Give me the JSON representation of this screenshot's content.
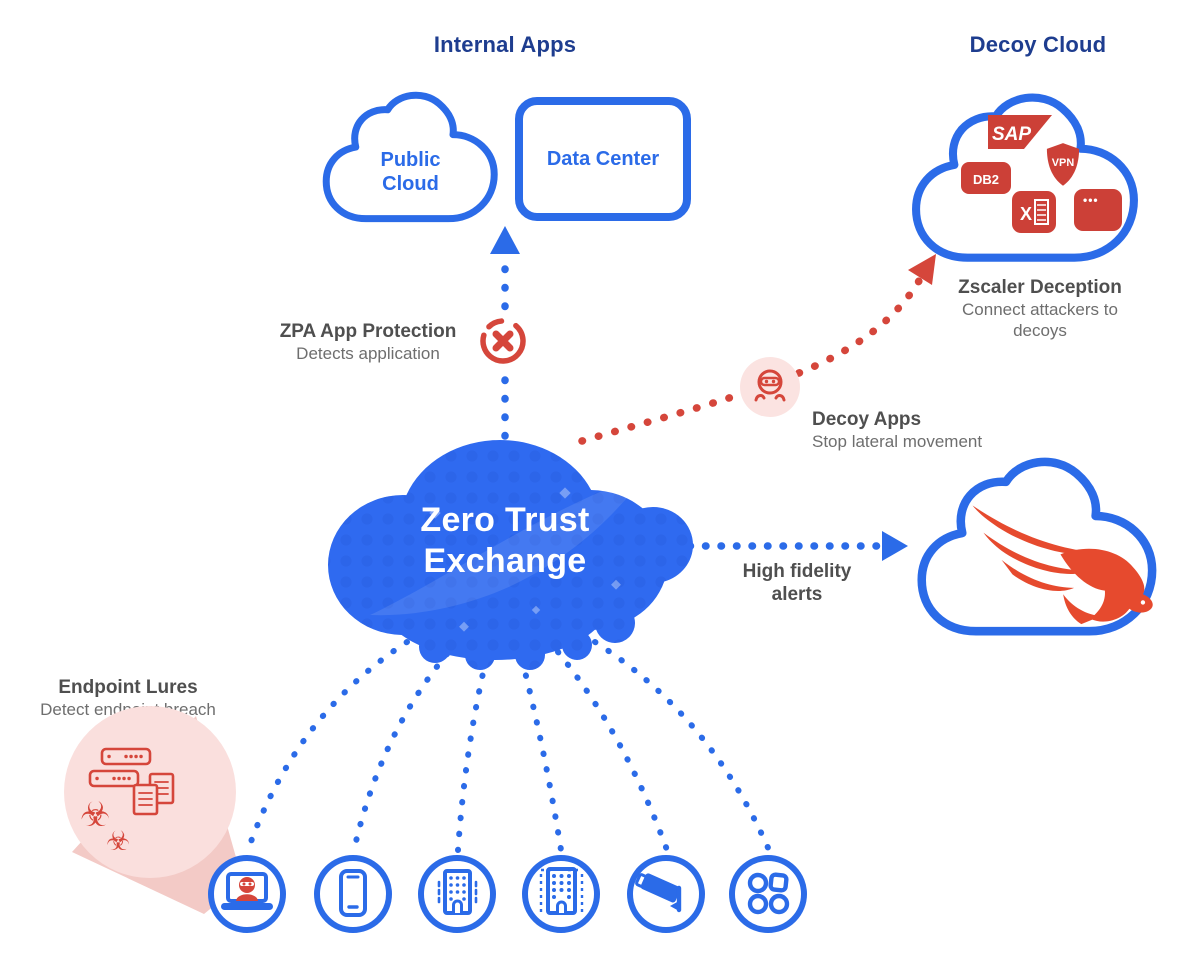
{
  "titles": {
    "internal_apps": "Internal Apps",
    "decoy_cloud": "Decoy Cloud"
  },
  "nodes": {
    "public_cloud": "Public Cloud",
    "data_center": "Data Center",
    "zero_trust_exchange": "Zero Trust Exchange",
    "sap": "SAP",
    "vpn": "VPN",
    "db2": "DB2",
    "more_apps": "•••"
  },
  "annotations": {
    "zpa": {
      "title": "ZPA App Protection",
      "subtitle": "Detects application"
    },
    "deception": {
      "title": "Zscaler Deception",
      "subtitle": "Connect attackers to decoys"
    },
    "decoy_apps": {
      "title": "Decoy Apps",
      "subtitle": "Stop lateral movement"
    },
    "alerts": {
      "title": "High fidelity alerts"
    },
    "endpoint_lures": {
      "title": "Endpoint Lures",
      "subtitle": "Detect endpoint breach"
    }
  },
  "icons": {
    "biohazard_glyph": "☣",
    "blocked": "crossed-out-circle",
    "attacker": "ninja-attacker",
    "falcon": "crowdstrike-falcon",
    "decoy_cloud_apps": [
      "sap-app",
      "vpn-app",
      "db2-app",
      "excel-app",
      "more-apps"
    ],
    "endpoint_icons": [
      "compromised-laptop",
      "mobile-phone",
      "office-building",
      "branch-building",
      "security-camera",
      "app-grid"
    ]
  },
  "colors": {
    "blue": "#2b6be8",
    "navy": "#1e3d8f",
    "cloud_fill": "#2f6af0",
    "red": "#d5463b",
    "falcon_red": "#e64a2e",
    "pink": "#fadfdd",
    "pink_beam": "#f3cac6",
    "gray_dark": "#4f4f4f",
    "gray": "#6e6e6e",
    "white": "#ffffff"
  }
}
